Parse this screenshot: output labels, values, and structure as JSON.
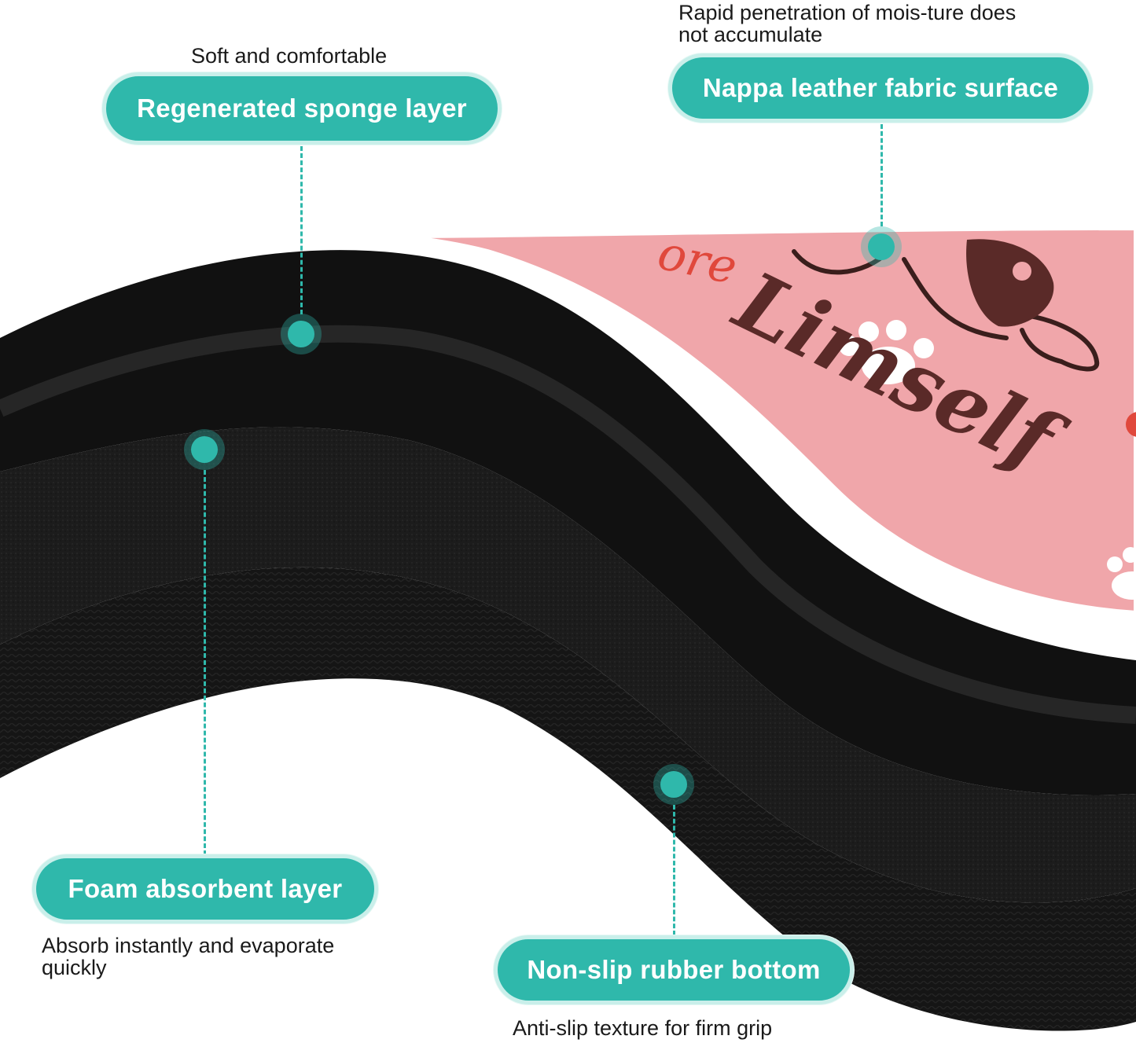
{
  "labels": {
    "sponge": {
      "title": "Regenerated sponge layer",
      "caption": "Soft and comfortable"
    },
    "nappa": {
      "title": "Nappa leather fabric surface",
      "caption_line1": "Rapid penetration of mois-ture does",
      "caption_line2": "not accumulate"
    },
    "foam": {
      "title": "Foam absorbent layer",
      "caption_line1": "Absorb instantly and evaporate",
      "caption_line2": "quickly"
    },
    "rubber": {
      "title": "Non-slip rubber bottom",
      "caption": "Anti-slip texture for firm grip"
    }
  },
  "print_text": {
    "top_fragment": "ore",
    "main_fragment": "Limself"
  },
  "colors": {
    "accent": "#2fb8ab",
    "pill_border": "#c9efea",
    "mat_surface": "#f0a6aa",
    "mat_black": "#141414",
    "print_dark": "#5a2a28",
    "print_red": "#e0483c"
  }
}
